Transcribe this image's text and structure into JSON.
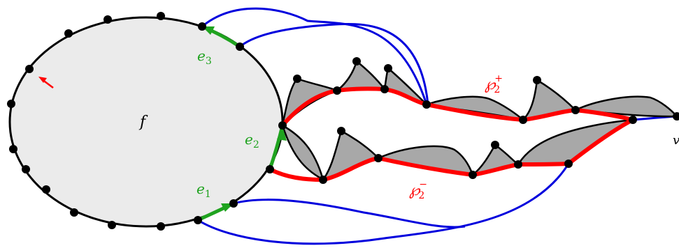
{
  "diagram": {
    "face_label": "f",
    "edges": [
      {
        "name": "e",
        "sub": "1"
      },
      {
        "name": "e",
        "sub": "2"
      },
      {
        "name": "e",
        "sub": "3"
      }
    ],
    "paths": [
      {
        "name": "℘",
        "sub": "2",
        "sup": "+"
      },
      {
        "name": "℘",
        "sub": "2",
        "sup": "−"
      }
    ],
    "endpoint_label": "v",
    "colors": {
      "face_fill": "#ebebeb",
      "face_stroke": "#000000",
      "vertex": "#000000",
      "edge_highlight": "#1fa31f",
      "path": "#ff0000",
      "blue_curves": "#0000dd",
      "bumps_fill": "#a8a8a8",
      "arrow": "#ff0000",
      "text_green": "#1fa31f",
      "text_red": "#ff0000"
    }
  }
}
